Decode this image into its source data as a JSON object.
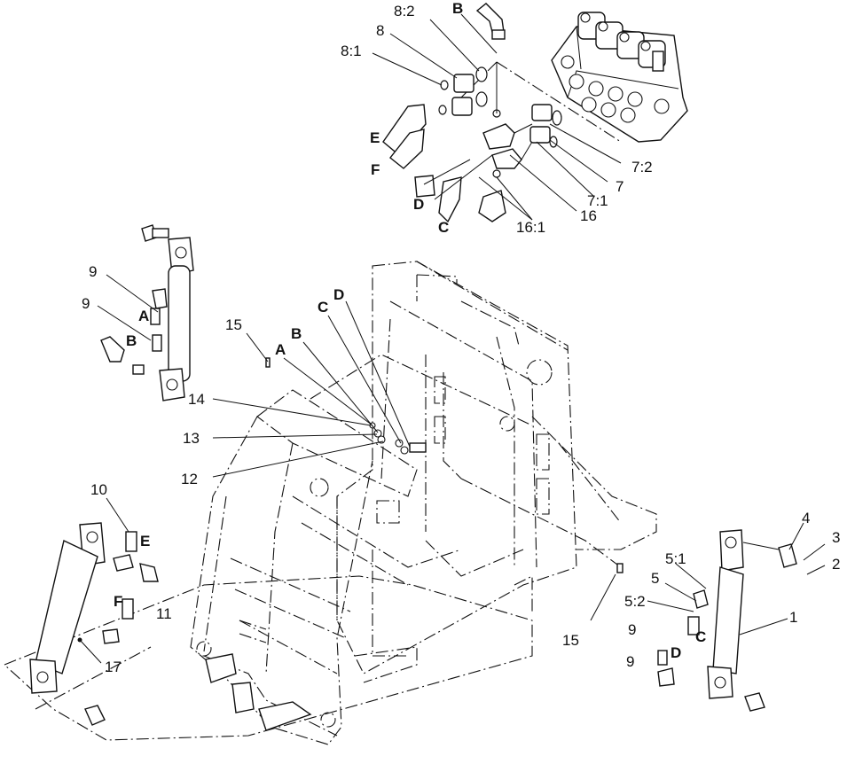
{
  "labels": {
    "n1": "1",
    "n2": "2",
    "n3": "3",
    "n4": "4",
    "n5": "5",
    "n5_1": "5:1",
    "n5_2": "5:2",
    "n7": "7",
    "n7_1": "7:1",
    "n7_2": "7:2",
    "n8": "8",
    "n8_1": "8:1",
    "n8_2": "8:2",
    "n9": "9",
    "n10": "10",
    "n11": "11",
    "n12": "12",
    "n13": "13",
    "n14": "14",
    "n15": "15",
    "n16": "16",
    "n16_1": "16:1",
    "n17": "17",
    "A": "A",
    "B": "B",
    "C": "C",
    "D": "D",
    "E": "E",
    "F": "F"
  }
}
